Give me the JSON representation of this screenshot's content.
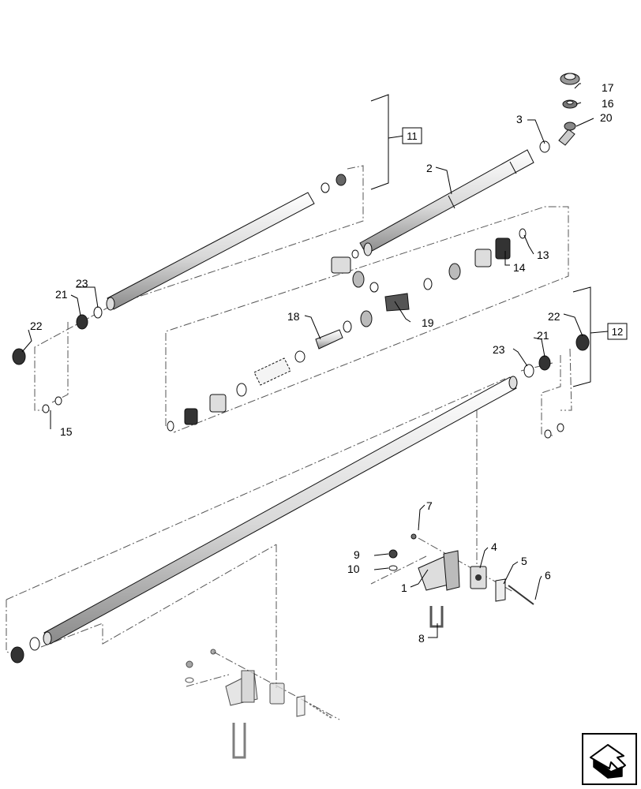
{
  "callouts": {
    "c1": "1",
    "c2": "2",
    "c3": "3",
    "c4": "4",
    "c5": "5",
    "c6": "6",
    "c7": "7",
    "c8": "8",
    "c9": "9",
    "c10": "10",
    "c11": "11",
    "c12": "12",
    "c13": "13",
    "c14": "14",
    "c15": "15",
    "c16": "16",
    "c17": "17",
    "c18": "18",
    "c19": "19",
    "c20": "20",
    "c21a": "21",
    "c21b": "21",
    "c22a": "22",
    "c22b": "22",
    "c23a": "23",
    "c23b": "23"
  },
  "icons": {
    "nav": "next-page-arrow-icon"
  }
}
